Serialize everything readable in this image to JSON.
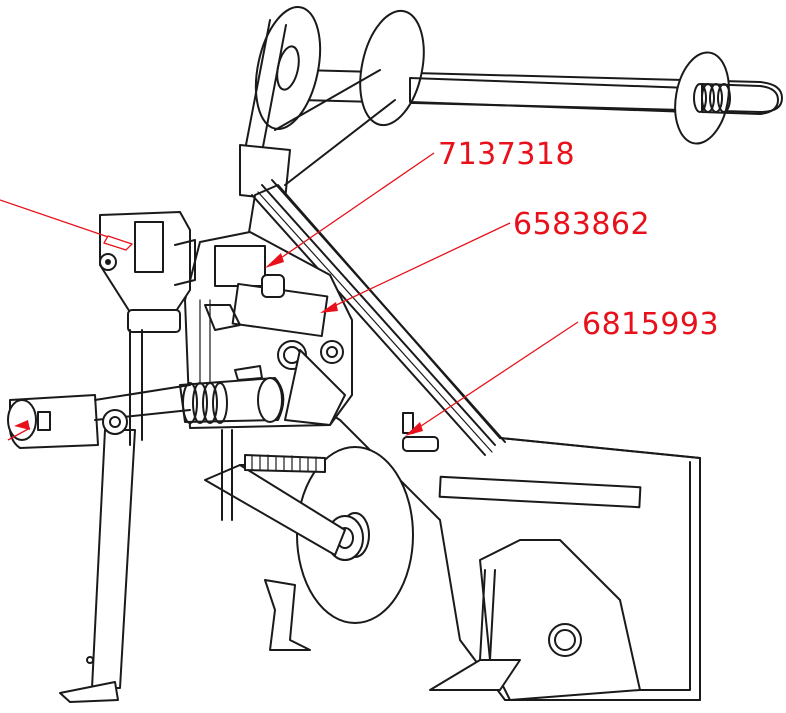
{
  "callouts": [
    {
      "id": "label-1",
      "text": "7137318"
    },
    {
      "id": "label-2",
      "text": "6583862"
    },
    {
      "id": "label-3",
      "text": "6815993"
    },
    {
      "id": "label-4",
      "text": ""
    }
  ],
  "colors": {
    "callout": "#e8111b",
    "linework": "#1a1a1a",
    "background": "#ffffff"
  }
}
